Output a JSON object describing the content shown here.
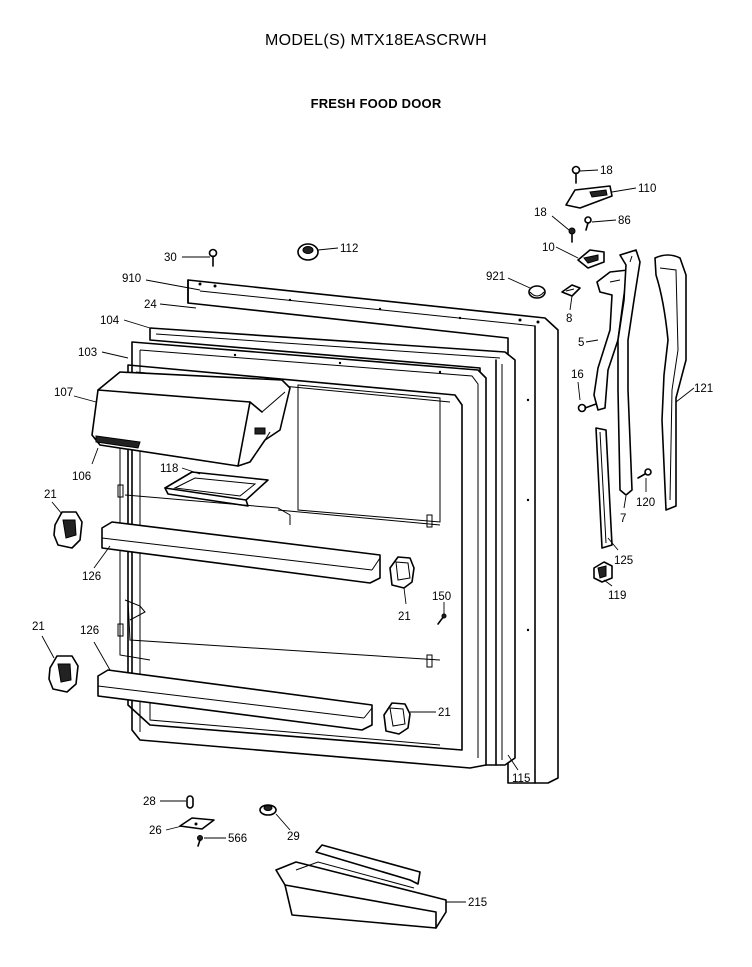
{
  "header": {
    "model_title": "MODEL(S) MTX18EASCRWH",
    "section_title": "FRESH FOOD DOOR"
  },
  "callouts": [
    {
      "id": "c18a",
      "label": "18"
    },
    {
      "id": "c110",
      "label": "110"
    },
    {
      "id": "c18b",
      "label": "18"
    },
    {
      "id": "c86",
      "label": "86"
    },
    {
      "id": "c10",
      "label": "10"
    },
    {
      "id": "c30",
      "label": "30"
    },
    {
      "id": "c112",
      "label": "112"
    },
    {
      "id": "c910",
      "label": "910"
    },
    {
      "id": "c921",
      "label": "921"
    },
    {
      "id": "c24",
      "label": "24"
    },
    {
      "id": "c8",
      "label": "8"
    },
    {
      "id": "c104",
      "label": "104"
    },
    {
      "id": "c103",
      "label": "103"
    },
    {
      "id": "c5",
      "label": "5"
    },
    {
      "id": "c121",
      "label": "121"
    },
    {
      "id": "c107",
      "label": "107"
    },
    {
      "id": "c16",
      "label": "16"
    },
    {
      "id": "c106",
      "label": "106"
    },
    {
      "id": "c118",
      "label": "118"
    },
    {
      "id": "c120",
      "label": "120"
    },
    {
      "id": "c7",
      "label": "7"
    },
    {
      "id": "c21a",
      "label": "21"
    },
    {
      "id": "c125",
      "label": "125"
    },
    {
      "id": "c126a",
      "label": "126"
    },
    {
      "id": "c119",
      "label": "119"
    },
    {
      "id": "c150",
      "label": "150"
    },
    {
      "id": "c21b",
      "label": "21"
    },
    {
      "id": "c21c",
      "label": "21"
    },
    {
      "id": "c126b",
      "label": "126"
    },
    {
      "id": "c21d",
      "label": "21"
    },
    {
      "id": "c115",
      "label": "115"
    },
    {
      "id": "c28",
      "label": "28"
    },
    {
      "id": "c26",
      "label": "26"
    },
    {
      "id": "c566",
      "label": "566"
    },
    {
      "id": "c29",
      "label": "29"
    },
    {
      "id": "c215",
      "label": "215"
    }
  ]
}
